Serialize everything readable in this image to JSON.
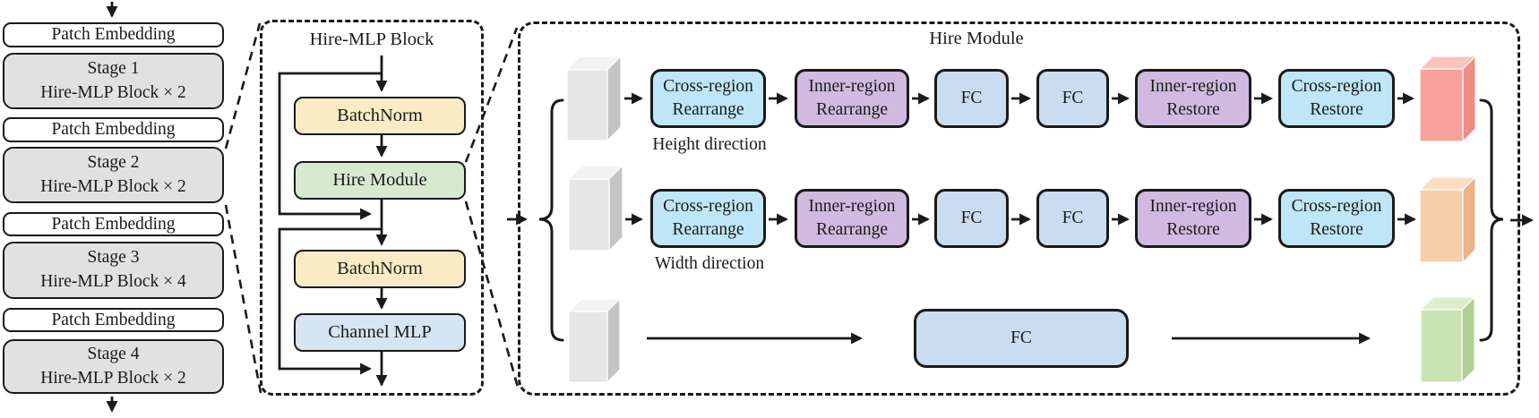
{
  "left_column": {
    "items": [
      {
        "label": "Patch Embedding",
        "kind": "patch"
      },
      {
        "label": "Stage 1\nHire-MLP Block × 2",
        "kind": "stage"
      },
      {
        "label": "Patch Embedding",
        "kind": "patch"
      },
      {
        "label": "Stage 2\nHire-MLP Block × 2",
        "kind": "stage"
      },
      {
        "label": "Patch Embedding",
        "kind": "patch"
      },
      {
        "label": "Stage 3\nHire-MLP Block × 4",
        "kind": "stage"
      },
      {
        "label": "Patch Embedding",
        "kind": "patch"
      },
      {
        "label": "Stage 4\nHire-MLP Block × 2",
        "kind": "stage"
      }
    ]
  },
  "block_panel": {
    "title": "Hire-MLP Block",
    "boxes": [
      {
        "label": "BatchNorm",
        "color": "#FBEBC5"
      },
      {
        "label": "Hire Module",
        "color": "#D8E9D2"
      },
      {
        "label": "BatchNorm",
        "color": "#FBEBC5"
      },
      {
        "label": "Channel MLP",
        "color": "#D7E4F1"
      }
    ]
  },
  "module_panel": {
    "title": "Hire Module",
    "rows": [
      {
        "direction_label": "Height direction",
        "boxes": [
          {
            "label": "Cross-region\nRearrange",
            "color": "#BEE6F7"
          },
          {
            "label": "Inner-region\nRearrange",
            "color": "#D0BAE0"
          },
          {
            "label": "FC",
            "color": "#C9DCF0"
          },
          {
            "label": "FC",
            "color": "#C9DCF0"
          },
          {
            "label": "Inner-region\nRestore",
            "color": "#D0BAE0"
          },
          {
            "label": "Cross-region\nRestore",
            "color": "#BEE6F7"
          }
        ],
        "input_tensor": "gray",
        "output_tensor": "red"
      },
      {
        "direction_label": "Width direction",
        "boxes": [
          {
            "label": "Cross-region\nRearrange",
            "color": "#BEE6F7"
          },
          {
            "label": "Inner-region\nRearrange",
            "color": "#D0BAE0"
          },
          {
            "label": "FC",
            "color": "#C9DCF0"
          },
          {
            "label": "FC",
            "color": "#C9DCF0"
          },
          {
            "label": "Inner-region\nRestore",
            "color": "#D0BAE0"
          },
          {
            "label": "Cross-region\nRestore",
            "color": "#BEE6F7"
          }
        ],
        "input_tensor": "gray",
        "output_tensor": "orange"
      },
      {
        "direction_label": "",
        "boxes": [
          {
            "label": "FC",
            "color": "#C9DCF0"
          }
        ],
        "input_tensor": "gray",
        "output_tensor": "green"
      }
    ]
  },
  "colors": {
    "outline": "#1A1A1A",
    "stage_fill": "#E1E1E1",
    "patch_fill": "#FFFFFF",
    "tensors": {
      "gray": {
        "front": "#E6E6E6",
        "top": "#F2F2F2",
        "side": "#C4C4C4"
      },
      "red": {
        "front": "#F9A29B",
        "top": "#FBC3BC",
        "side": "#EE8D86"
      },
      "orange": {
        "front": "#F7CEAA",
        "top": "#FADEC5",
        "side": "#ECB387"
      },
      "green": {
        "front": "#CBE2B5",
        "top": "#DEEDCB",
        "side": "#AFD092"
      }
    }
  }
}
